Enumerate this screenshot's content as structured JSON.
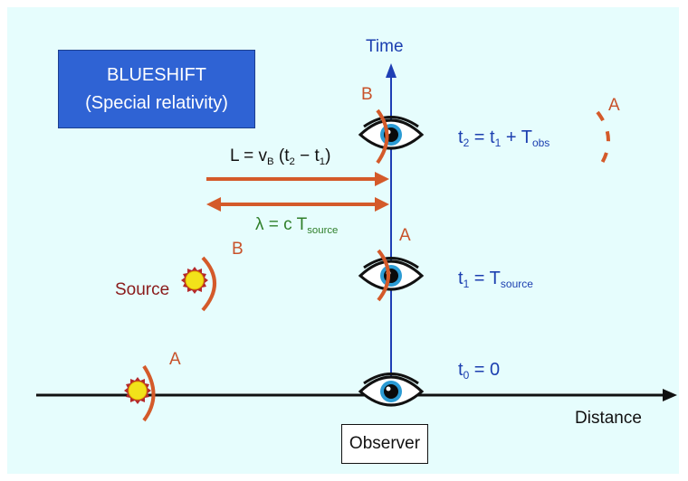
{
  "title": {
    "line1": "BLUESHIFT",
    "line2": "(Special relativity)"
  },
  "axes": {
    "time": "Time",
    "distance": "Distance"
  },
  "observer_label": "Observer",
  "source_label": "Source",
  "wavefront_labels": {
    "a": "A",
    "b": "B"
  },
  "equations": {
    "t0": {
      "t": "t",
      "sub": "0",
      "rest": " = 0"
    },
    "t1": {
      "t": "t",
      "sub1": "1",
      "eq": " = T",
      "sub2": "source"
    },
    "t2": {
      "t": "t",
      "sub1": "2",
      "eq": " = t",
      "sub2": "1",
      "plus": " + T",
      "sub3": "obs"
    },
    "length": {
      "lhs": "L = v",
      "sub_b": "B",
      "mid": " (t",
      "sub2": "2",
      "minus": " − t",
      "sub1": "1",
      "close": ")"
    },
    "wavelength": {
      "lhs": "λ = c T",
      "sub": "source"
    }
  },
  "colors": {
    "background": "#e6fdfd",
    "title_box": "#2f63d4",
    "wavefront": "#d45a2a",
    "time_axis": "#1f3fb5",
    "distance_axis": "#111111",
    "source_sun": "#f2e21a",
    "eye_iris": "#2b9bd4"
  },
  "icons": [
    "eye-icon",
    "sun-icon",
    "arrow-icon"
  ]
}
